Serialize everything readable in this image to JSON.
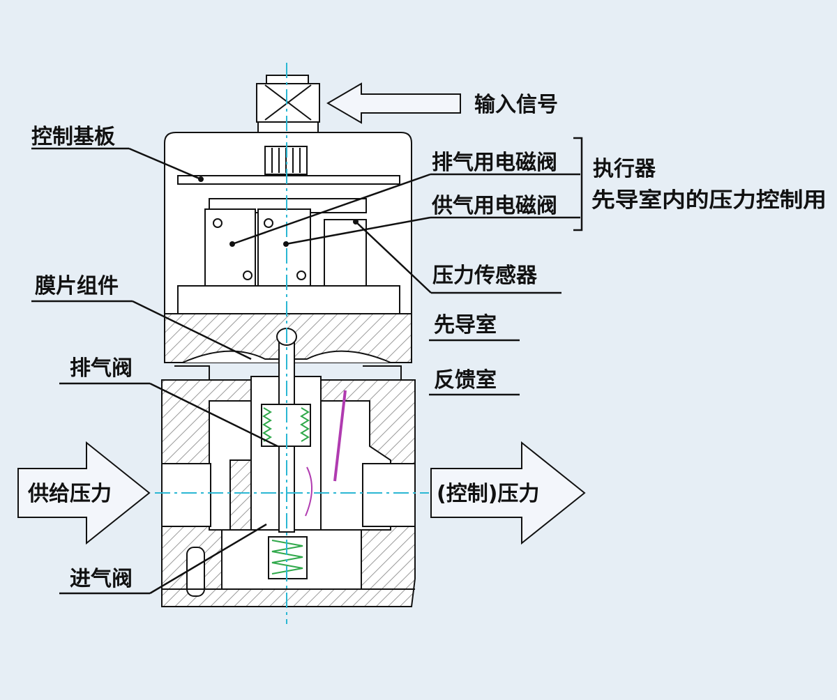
{
  "labels": {
    "input_signal": "输入信号",
    "control_board": "控制基板",
    "exhaust_solenoid": "排气用电磁阀",
    "supply_solenoid": "供气用电磁阀",
    "actuator": "执行器",
    "pilot_pressure_control": "先导室内的压力控制用",
    "pressure_sensor": "压力传感器",
    "diaphragm_assembly": "膜片组件",
    "pilot_chamber": "先导室",
    "exhaust_valve": "排气阀",
    "feedback_chamber": "反馈室",
    "supply_pressure": "供给压力",
    "control_pressure": "(控制)压力",
    "supply_valve": "进气阀"
  },
  "colors": {
    "background": "#e6eef5",
    "arrow_fill": "#f3f6fb",
    "line": "#111111",
    "centerline": "#2ab7d3",
    "hatch": "#9a9a9a",
    "spring": "#2fa84a",
    "tube": "#b03bb0"
  }
}
